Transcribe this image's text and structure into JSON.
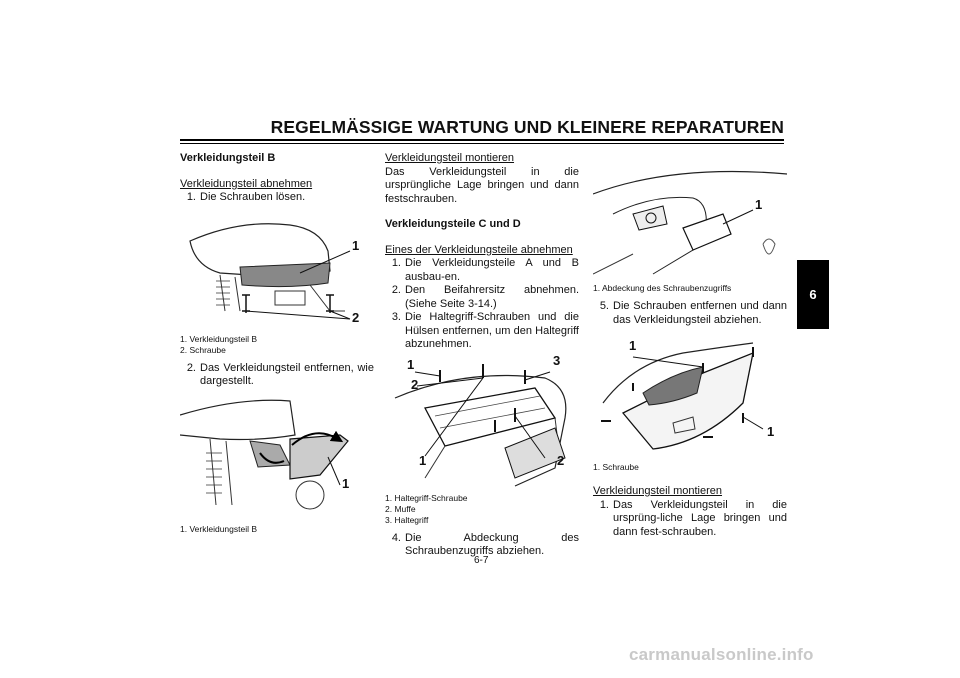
{
  "header": {
    "title": "REGELMÄSSIGE WARTUNG UND KLEINERE REPARATUREN"
  },
  "col1": {
    "heading": "Verkleidungsteil B",
    "sub_remove": "Verkleidungsteil abnehmen",
    "step1": {
      "num": "1.",
      "text": "Die Schrauben lösen."
    },
    "fig1": {
      "callouts": [
        "1",
        "2"
      ],
      "captions": [
        "1. Verkleidungsteil B",
        "2. Schraube"
      ]
    },
    "step2": {
      "num": "2.",
      "text": "Das Verkleidungsteil entfernen, wie dargestellt."
    },
    "fig2": {
      "callouts": [
        "1"
      ],
      "captions": [
        "1. Verkleidungsteil B"
      ]
    }
  },
  "col2": {
    "sub_install": "Verkleidungsteil montieren",
    "install_text": "Das Verkleidungsteil in die ursprüngliche Lage bringen und dann festschrauben.",
    "heading": "Verkleidungsteile C und D",
    "sub_remove": "Eines der Verkleidungsteile abnehmen",
    "steps": [
      {
        "num": "1.",
        "text": "Die Verkleidungsteile A und B ausbau-en."
      },
      {
        "num": "2.",
        "text": "Den Beifahrersitz abnehmen. (Siehe Seite 3-14.)"
      },
      {
        "num": "3.",
        "text": "Die Haltegriff-Schrauben und die Hülsen entfernen, um den Haltegriff abzunehmen."
      }
    ],
    "fig3": {
      "callouts": [
        "1",
        "3",
        "2",
        "1",
        "2"
      ],
      "captions": [
        "1. Haltegriff-Schraube",
        "2. Muffe",
        "3. Haltegriff"
      ]
    },
    "step4": {
      "num": "4.",
      "text": "Die Abdeckung des Schraubenzugriffs abziehen."
    }
  },
  "col3": {
    "fig4": {
      "callouts": [
        "1"
      ],
      "captions": [
        "1. Abdeckung des Schraubenzugriffs"
      ]
    },
    "step5": {
      "num": "5.",
      "text": "Die Schrauben entfernen und dann das Verkleidungsteil abziehen."
    },
    "fig5": {
      "callouts": [
        "1",
        "1"
      ],
      "captions": [
        "1. Schraube"
      ]
    },
    "sub_install": "Verkleidungsteil montieren",
    "step1": {
      "num": "1.",
      "text": "Das Verkleidungsteil in die ursprüng-liche Lage bringen und dann fest-schrauben."
    }
  },
  "footer": {
    "page_number": "6-7",
    "chapter": "6",
    "watermark": "carmanualsonline.info"
  }
}
